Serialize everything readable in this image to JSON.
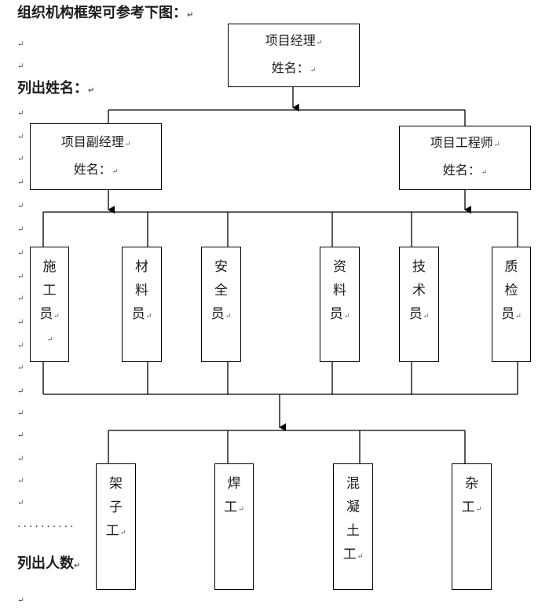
{
  "headings": {
    "structure": "组织机构框架可参考下图：",
    "list_names": "列出姓名：",
    "list_counts": "列出人数"
  },
  "paragraph_mark": "↵",
  "dots": "··········",
  "level1": {
    "title": "项目经理",
    "name_label": "姓名："
  },
  "level2": [
    {
      "title": "项目副经理",
      "name_label": "姓名："
    },
    {
      "title": "项目工程师",
      "name_label": "姓名："
    }
  ],
  "staff": [
    {
      "label": "施工员"
    },
    {
      "label": "材料员"
    },
    {
      "label": "安全员"
    },
    {
      "label": "资料员"
    },
    {
      "label": "技术员"
    },
    {
      "label": "质检员"
    }
  ],
  "workers": [
    {
      "label": "架子工"
    },
    {
      "label": "焊工"
    },
    {
      "label": "混凝土工"
    },
    {
      "label": "杂工"
    }
  ]
}
